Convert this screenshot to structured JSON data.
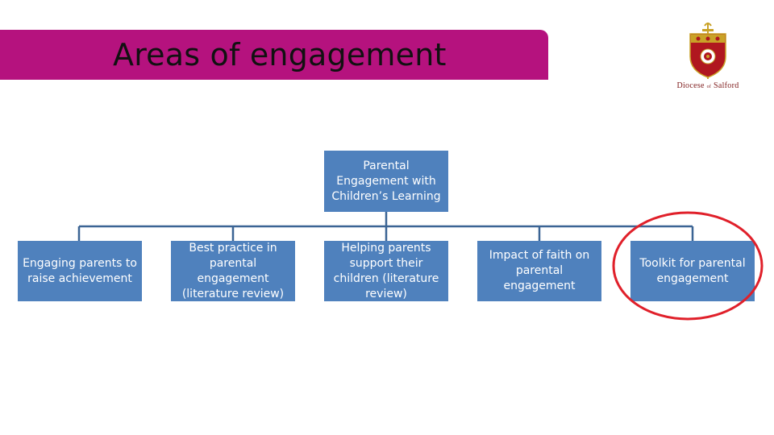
{
  "slide": {
    "title": "Areas of engagement",
    "colors": {
      "title_bar": "#b5127e",
      "box_fill": "#4f81bd",
      "connector": "#3b6494",
      "highlight": "#e0202a"
    }
  },
  "logo": {
    "name": "diocese-crest-icon",
    "text_main_1": "Diocese",
    "text_small": "of",
    "text_main_2": "Salford"
  },
  "diagram": {
    "root": {
      "label": "Parental Engagement with Children’s Learning"
    },
    "children": [
      {
        "label": "Engaging parents to raise achievement"
      },
      {
        "label": "Best practice in parental engagement (literature review)"
      },
      {
        "label": "Helping parents support their children (literature review)"
      },
      {
        "label": "Impact of faith on parental engagement"
      },
      {
        "label": "Toolkit for parental engagement",
        "highlighted": true
      }
    ]
  }
}
